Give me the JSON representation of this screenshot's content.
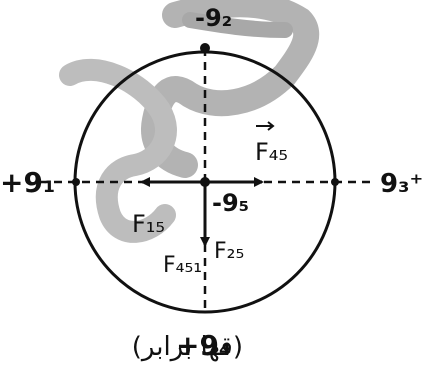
{
  "colors": {
    "ink": "#111111",
    "smudge": "#9a9a9a",
    "background": "#ffffff"
  },
  "charges": {
    "q1": "+9₁",
    "q2": "-9₂",
    "q3": "9₃⁺",
    "q4": "+9₄",
    "q5": "-9₅"
  },
  "forces": {
    "f45": "F₄₅",
    "f15": "F₁₅",
    "f25": "F₂₅",
    "f451": "F₄₅₁"
  },
  "note": "(قها برابر)"
}
